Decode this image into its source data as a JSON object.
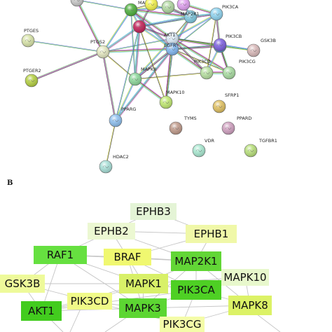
{
  "panel_b_label": "B",
  "network_a": {
    "nodes": [
      {
        "id": "mapk1_top",
        "label": "MAPK1",
        "color": "#4caf3a"
      },
      {
        "id": "bright_top",
        "label": "",
        "color": "#f2f24a"
      },
      {
        "id": "red_node",
        "label": "",
        "color": "#c21e56"
      },
      {
        "id": "map2k1",
        "label": "MAP2K1",
        "color": "#7ec8e0"
      },
      {
        "id": "pik3ca",
        "label": "PIK3CA",
        "color": "#8fd4f0"
      },
      {
        "id": "akt1",
        "label": "AKT1",
        "color": "#d8e8f5"
      },
      {
        "id": "pik3cb",
        "label": "PIK3CB",
        "color": "#5aa7dc"
      },
      {
        "id": "egfr",
        "label": "EGFR",
        "color": "#7fb6f0"
      },
      {
        "id": "pink_node",
        "label": "",
        "color": "#e0a0f0"
      },
      {
        "id": "gsk3b",
        "label": "GSK3B",
        "color": "#d9b9b9"
      },
      {
        "id": "pik3cd",
        "label": "PIK3CD",
        "color": "#b6e0a0"
      },
      {
        "id": "pik3cg",
        "label": "PIK3CG",
        "color": "#a8dca0"
      },
      {
        "id": "purple_node",
        "label": "",
        "color": "#7b5fe0"
      },
      {
        "id": "ptges",
        "label": "PTGES",
        "color": "#d8e4a8"
      },
      {
        "id": "ptgs2",
        "label": "PTGS2",
        "color": "#e4e8c0"
      },
      {
        "id": "ptger2",
        "label": "PTGER2",
        "color": "#b4d040"
      },
      {
        "id": "mapk8",
        "label": "MAPK8",
        "color": "#8cd89a"
      },
      {
        "id": "mapk10",
        "label": "MAPK10",
        "color": "#c0e870"
      },
      {
        "id": "pparg",
        "label": "PPARG",
        "color": "#8ec0f0"
      },
      {
        "id": "hdac2",
        "label": "HDAC2",
        "color": "#a8e0d8"
      },
      {
        "id": "sfrp1",
        "label": "SFRP1",
        "color": "#e0c060"
      },
      {
        "id": "tyms",
        "label": "TYMS",
        "color": "#c09a8a"
      },
      {
        "id": "ppard",
        "label": "PPARD",
        "color": "#d0a0c0"
      },
      {
        "id": "vdr",
        "label": "VDR",
        "color": "#a8e8d0"
      },
      {
        "id": "tgfbr1",
        "label": "TGFBR1",
        "color": "#b8e07a"
      },
      {
        "id": "gray_top",
        "label": "",
        "color": "#c8c8c8"
      },
      {
        "id": "top_mid",
        "label": "",
        "color": "#b0d8a0"
      }
    ],
    "edges": [
      [
        "ptges",
        "ptgs2"
      ],
      [
        "ptger2",
        "ptgs2"
      ],
      [
        "ptgs2",
        "egfr"
      ],
      [
        "ptgs2",
        "mapk8"
      ],
      [
        "ptgs2",
        "mapk1_top"
      ],
      [
        "ptgs2",
        "red_node"
      ],
      [
        "ptgs2",
        "akt1"
      ],
      [
        "ptgs2",
        "pparg"
      ],
      [
        "ptgs2",
        "gray_top"
      ],
      [
        "pparg",
        "hdac2"
      ],
      [
        "pparg",
        "mapk8"
      ],
      [
        "pparg",
        "egfr"
      ],
      [
        "pparg",
        "red_node"
      ],
      [
        "mapk8",
        "egfr"
      ],
      [
        "mapk8",
        "mapk10"
      ],
      [
        "mapk8",
        "pik3cd"
      ],
      [
        "mapk8",
        "akt1"
      ],
      [
        "mapk8",
        "red_node"
      ],
      [
        "mapk8",
        "mapk1_top"
      ],
      [
        "mapk10",
        "egfr"
      ],
      [
        "mapk10",
        "akt1"
      ],
      [
        "mapk10",
        "red_node"
      ],
      [
        "egfr",
        "akt1"
      ],
      [
        "egfr",
        "map2k1"
      ],
      [
        "egfr",
        "pik3ca"
      ],
      [
        "egfr",
        "pik3cb"
      ],
      [
        "egfr",
        "pik3cd"
      ],
      [
        "egfr",
        "pik3cg"
      ],
      [
        "egfr",
        "red_node"
      ],
      [
        "egfr",
        "mapk1_top"
      ],
      [
        "egfr",
        "purple_node"
      ],
      [
        "akt1",
        "red_node"
      ],
      [
        "akt1",
        "mapk1_top"
      ],
      [
        "akt1",
        "map2k1"
      ],
      [
        "akt1",
        "pik3ca"
      ],
      [
        "akt1",
        "pik3cb"
      ],
      [
        "akt1",
        "gsk3b"
      ],
      [
        "akt1",
        "pik3cd"
      ],
      [
        "akt1",
        "pik3cg"
      ],
      [
        "akt1",
        "purple_node"
      ],
      [
        "red_node",
        "mapk1_top"
      ],
      [
        "red_node",
        "map2k1"
      ],
      [
        "red_node",
        "pik3ca"
      ],
      [
        "red_node",
        "bright_top"
      ],
      [
        "mapk1_top",
        "map2k1"
      ],
      [
        "mapk1_top",
        "bright_top"
      ],
      [
        "mapk1_top",
        "top_mid"
      ],
      [
        "map2k1",
        "pik3ca"
      ],
      [
        "map2k1",
        "bright_top"
      ],
      [
        "pik3ca",
        "pik3cb"
      ],
      [
        "pik3ca",
        "pink_node"
      ],
      [
        "pik3ca",
        "pik3cd"
      ],
      [
        "pik3cb",
        "pik3cd"
      ],
      [
        "pik3cb",
        "pik3cg"
      ],
      [
        "pik3cb",
        "gsk3b"
      ],
      [
        "pik3cb",
        "purple_node"
      ],
      [
        "pik3cd",
        "pik3cg"
      ],
      [
        "pik3cg",
        "purple_node"
      ],
      [
        "gsk3b",
        "purple_node"
      ],
      [
        "pink_node",
        "map2k1"
      ],
      [
        "gray_top",
        "mapk1_top"
      ],
      [
        "top_mid",
        "map2k1"
      ]
    ]
  },
  "network_b": {
    "nodes": [
      {
        "id": "ephb3",
        "label": "EPHB3",
        "color": "#e4f4d6"
      },
      {
        "id": "ephb2",
        "label": "EPHB2",
        "color": "#ecf8d2"
      },
      {
        "id": "ephb1",
        "label": "EPHB1",
        "color": "#f0f8a8"
      },
      {
        "id": "raf1",
        "label": "RAF1",
        "color": "#66e040"
      },
      {
        "id": "braf",
        "label": "BRAF",
        "color": "#f0f870"
      },
      {
        "id": "map2k1",
        "label": "MAP2K1",
        "color": "#62d636"
      },
      {
        "id": "gsk3b",
        "label": "GSK3B",
        "color": "#eefa9a"
      },
      {
        "id": "mapk1",
        "label": "MAPK1",
        "color": "#d8f068"
      },
      {
        "id": "pik3ca",
        "label": "PIK3CA",
        "color": "#4ed024"
      },
      {
        "id": "mapk10",
        "label": "MAPK10",
        "color": "#e8f8cc"
      },
      {
        "id": "akt1",
        "label": "AKT1",
        "color": "#42cc1e"
      },
      {
        "id": "pik3cd",
        "label": "PIK3CD",
        "color": "#f0fa88"
      },
      {
        "id": "mapk3",
        "label": "MAPK3",
        "color": "#5cd632"
      },
      {
        "id": "mapk8",
        "label": "MAPK8",
        "color": "#dcf266"
      },
      {
        "id": "pik3cg",
        "label": "PIK3CG",
        "color": "#f4fca8"
      }
    ],
    "edges": [
      [
        "ephb3",
        "ephb2"
      ],
      [
        "ephb3",
        "ephb1"
      ],
      [
        "ephb2",
        "ephb1"
      ],
      [
        "ephb2",
        "raf1"
      ],
      [
        "ephb2",
        "braf"
      ],
      [
        "ephb2",
        "map2k1"
      ],
      [
        "ephb1",
        "map2k1"
      ],
      [
        "ephb1",
        "braf"
      ],
      [
        "raf1",
        "braf"
      ],
      [
        "raf1",
        "map2k1"
      ],
      [
        "raf1",
        "mapk1"
      ],
      [
        "raf1",
        "mapk3"
      ],
      [
        "raf1",
        "akt1"
      ],
      [
        "raf1",
        "gsk3b"
      ],
      [
        "braf",
        "map2k1"
      ],
      [
        "braf",
        "mapk1"
      ],
      [
        "braf",
        "mapk3"
      ],
      [
        "braf",
        "pik3ca"
      ],
      [
        "map2k1",
        "mapk1"
      ],
      [
        "map2k1",
        "mapk3"
      ],
      [
        "map2k1",
        "pik3ca"
      ],
      [
        "map2k1",
        "mapk10"
      ],
      [
        "map2k1",
        "mapk8"
      ],
      [
        "gsk3b",
        "akt1"
      ],
      [
        "gsk3b",
        "mapk1"
      ],
      [
        "gsk3b",
        "pik3cd"
      ],
      [
        "mapk1",
        "mapk3"
      ],
      [
        "mapk1",
        "pik3ca"
      ],
      [
        "mapk1",
        "akt1"
      ],
      [
        "mapk1",
        "pik3cd"
      ],
      [
        "mapk1",
        "mapk10"
      ],
      [
        "pik3ca",
        "mapk10"
      ],
      [
        "pik3ca",
        "akt1"
      ],
      [
        "pik3ca",
        "mapk3"
      ],
      [
        "pik3ca",
        "mapk8"
      ],
      [
        "pik3ca",
        "pik3cg"
      ],
      [
        "mapk10",
        "mapk8"
      ],
      [
        "akt1",
        "pik3cd"
      ],
      [
        "akt1",
        "mapk3"
      ],
      [
        "pik3cd",
        "mapk3"
      ],
      [
        "pik3cd",
        "pik3cg"
      ],
      [
        "mapk3",
        "mapk8"
      ],
      [
        "mapk3",
        "pik3cg"
      ],
      [
        "mapk8",
        "pik3cg"
      ]
    ]
  }
}
